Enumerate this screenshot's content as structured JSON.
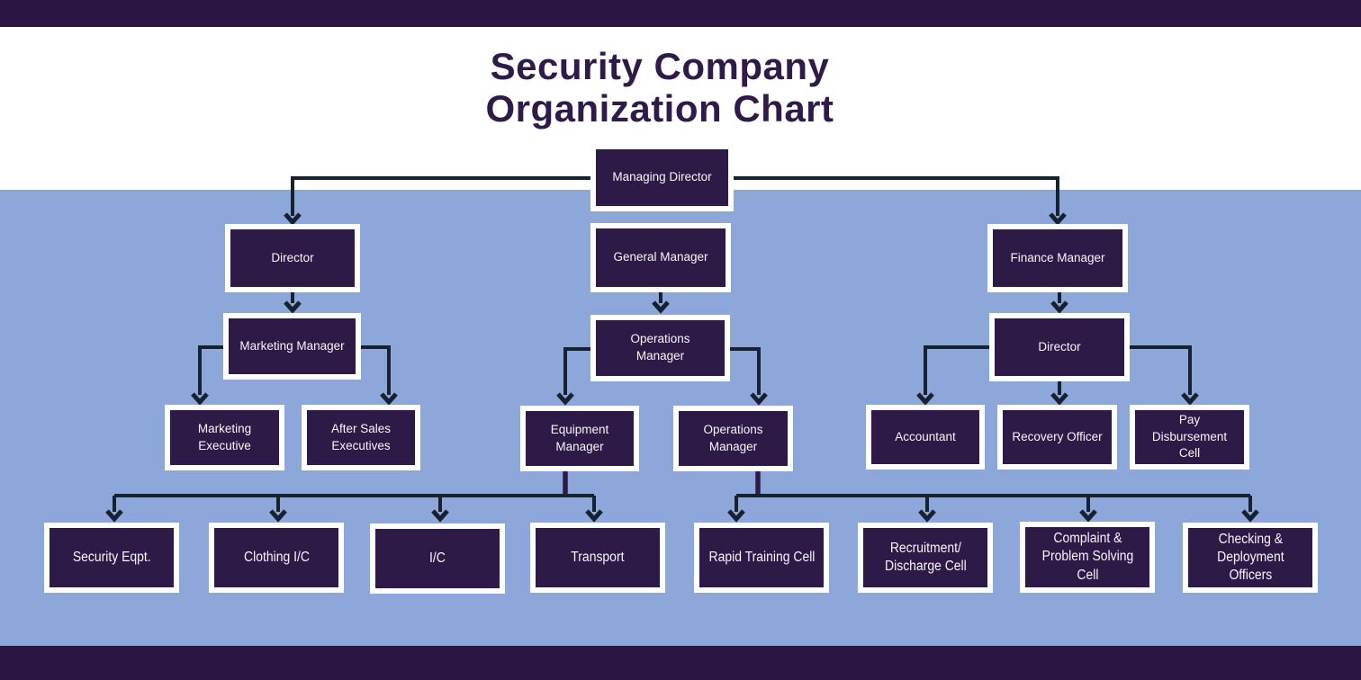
{
  "title": {
    "line1": "Security Company",
    "line2": "Organization Chart"
  },
  "colors": {
    "box_fill": "#2E1A47",
    "bar": "#2B1643",
    "background_blue": "#8DA7DA",
    "connector_navy": "#16222F",
    "title_text": "#2E1B4A",
    "box_border": "#FFFFFF",
    "label_text": "#F7F5FA"
  },
  "nodes": [
    {
      "id": "managing-director",
      "label": "Managing Director"
    },
    {
      "id": "director",
      "label": "Director"
    },
    {
      "id": "general-manager",
      "label": "General Manager"
    },
    {
      "id": "finance-manager",
      "label": "Finance Manager"
    },
    {
      "id": "marketing-manager",
      "label": "Marketing Manager"
    },
    {
      "id": "operations-manager",
      "label": "Operations\nManager"
    },
    {
      "id": "director-finance",
      "label": "Director"
    },
    {
      "id": "marketing-executive",
      "label": "Marketing\nExecutive"
    },
    {
      "id": "after-sales-executives",
      "label": "After Sales\nExecutives"
    },
    {
      "id": "equipment-manager",
      "label": "Equipment\nManager"
    },
    {
      "id": "operations-manager-2",
      "label": "Operations\nManager"
    },
    {
      "id": "accountant",
      "label": "Accountant"
    },
    {
      "id": "recovery-officer",
      "label": "Recovery Officer"
    },
    {
      "id": "pay-disbursement-cell",
      "label": "Pay\nDisbursement\nCell"
    },
    {
      "id": "security-eqpt",
      "label": "Security Eqpt."
    },
    {
      "id": "clothing-ic",
      "label": "Clothing I/C"
    },
    {
      "id": "ic",
      "label": "I/C"
    },
    {
      "id": "transport",
      "label": "Transport"
    },
    {
      "id": "rapid-training-cell",
      "label": "Rapid Training Cell"
    },
    {
      "id": "recruitment-discharge-cell",
      "label": "Recruitment/\nDischarge Cell"
    },
    {
      "id": "complaint-problem-solving-cell",
      "label": "Complaint &\nProblem Solving\nCell"
    },
    {
      "id": "checking-deployment-officers",
      "label": "Checking &\nDeployment\nOfficers"
    }
  ],
  "edges": [
    [
      "managing-director",
      "director"
    ],
    [
      "managing-director",
      "finance-manager"
    ],
    [
      "director",
      "marketing-manager"
    ],
    [
      "marketing-manager",
      "marketing-executive"
    ],
    [
      "marketing-manager",
      "after-sales-executives"
    ],
    [
      "general-manager",
      "operations-manager"
    ],
    [
      "operations-manager",
      "equipment-manager"
    ],
    [
      "operations-manager",
      "operations-manager-2"
    ],
    [
      "equipment-manager",
      "security-eqpt"
    ],
    [
      "equipment-manager",
      "clothing-ic"
    ],
    [
      "equipment-manager",
      "ic"
    ],
    [
      "equipment-manager",
      "transport"
    ],
    [
      "operations-manager-2",
      "rapid-training-cell"
    ],
    [
      "operations-manager-2",
      "recruitment-discharge-cell"
    ],
    [
      "operations-manager-2",
      "complaint-problem-solving-cell"
    ],
    [
      "operations-manager-2",
      "checking-deployment-officers"
    ],
    [
      "finance-manager",
      "director-finance"
    ],
    [
      "director-finance",
      "accountant"
    ],
    [
      "director-finance",
      "recovery-officer"
    ],
    [
      "director-finance",
      "pay-disbursement-cell"
    ]
  ]
}
